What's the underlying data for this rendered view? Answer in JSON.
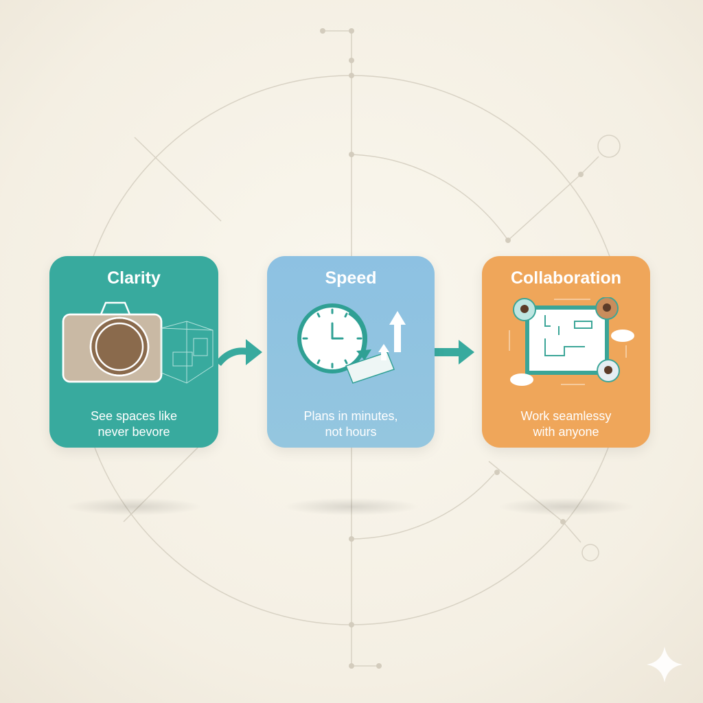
{
  "cards": [
    {
      "title": "Clarity",
      "caption_line1": "See spaces like",
      "caption_line2": "never bevore",
      "color": "#38aa9e",
      "icon": "camera-icon"
    },
    {
      "title": "Speed",
      "caption_line1": "Plans in minutes,",
      "caption_line2": "not hours",
      "color": "#8fc3e0",
      "icon": "clock-icon"
    },
    {
      "title": "Collaboration",
      "caption_line1": "Work seamlessy",
      "caption_line2": "with anyone",
      "color": "#efa65a",
      "icon": "floorplan-collaboration-icon"
    }
  ],
  "arrow_color": "#38aa9e"
}
